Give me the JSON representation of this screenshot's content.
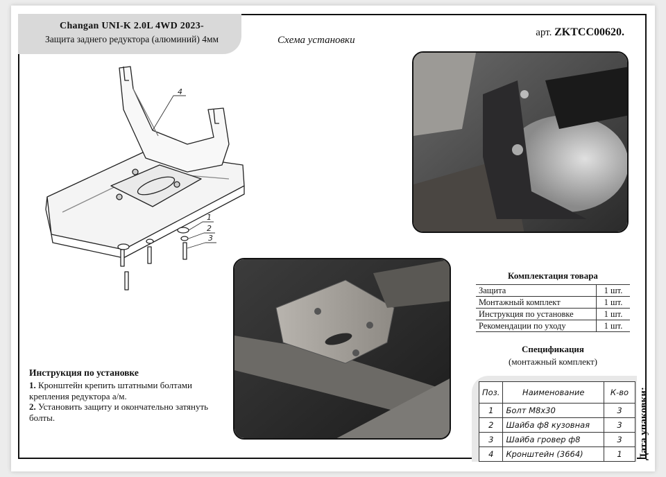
{
  "header": {
    "title_line1": "Changan UNI-K 2.0L 4WD 2023-",
    "title_line2": "Защита заднего редуктора (алюминий) 4мм",
    "scheme_label": "Схема установки",
    "article_prefix": "арт.",
    "article_code": "ZKTCC00620."
  },
  "drawing": {
    "part_labels": [
      "4",
      "1",
      "2",
      "3"
    ]
  },
  "completeness": {
    "title": "Комплектация товара",
    "rows": [
      {
        "item": "Защита",
        "qty": "1 шт."
      },
      {
        "item": "Монтажный комплект",
        "qty": "1 шт."
      },
      {
        "item": "Инструкция по установке",
        "qty": "1 шт."
      },
      {
        "item": "Рекомендации по уходу",
        "qty": "1 шт."
      }
    ]
  },
  "specification": {
    "title": "Спецификация",
    "subtitle": "(монтажный комплект)",
    "headers": [
      "Поз.",
      "Наименование",
      "К-во"
    ],
    "rows": [
      {
        "pos": "1",
        "name": "Болт М8х30",
        "qty": "3"
      },
      {
        "pos": "2",
        "name": "Шайба ф8 кузовная",
        "qty": "3"
      },
      {
        "pos": "3",
        "name": "Шайба гровер ф8",
        "qty": "3"
      },
      {
        "pos": "4",
        "name": "Кронштейн (3664)",
        "qty": "1"
      }
    ]
  },
  "instructions": {
    "title": "Инструкция по установке",
    "step1_num": "1.",
    "step1": "Кронштейн крепить штатными болтами крепления редуктора а/м.",
    "step2_num": "2.",
    "step2": "Установить защиту и окончательно затянуть болты."
  },
  "packing_date_label": "Дата упаковки:"
}
